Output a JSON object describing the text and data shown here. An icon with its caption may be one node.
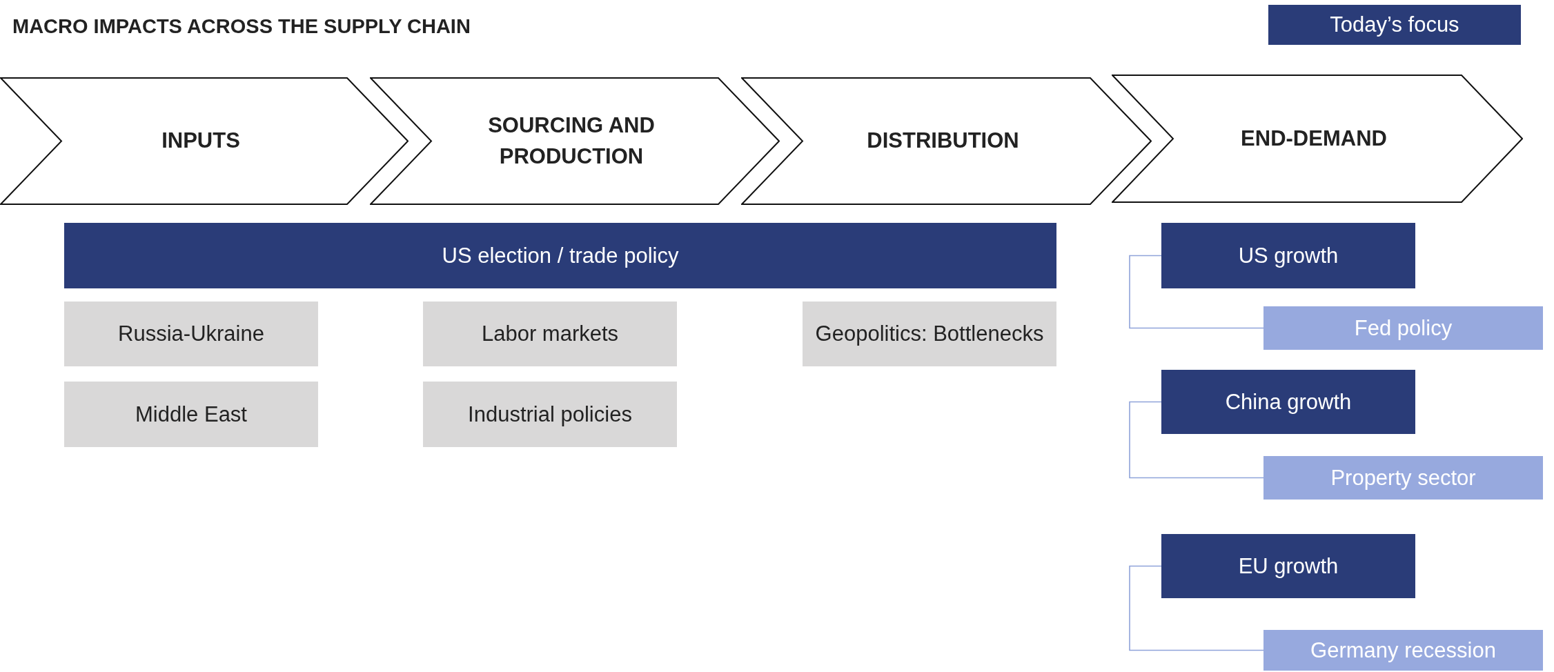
{
  "diagram": {
    "title": "MACRO IMPACTS ACROSS THE SUPPLY CHAIN",
    "nodes": [
      {
        "text": [
          "INPUTS"
        ]
      },
      {
        "text": [
          "SOURCING AND PRODUCTION"
        ]
      },
      {
        "text": [
          "DISTRIBUTION"
        ]
      },
      {
        "text": [
          "END-DEMAND"
        ]
      },
      {
        "text": [
          "US election / trade policy"
        ]
      },
      {
        "text": [
          "Russia-Ukraine"
        ]
      },
      {
        "text": [
          "Middle East"
        ]
      },
      {
        "text": [
          "Labor markets"
        ]
      },
      {
        "text": [
          "Industrial policies"
        ]
      },
      {
        "text": [
          "Geopolitics: Bottlenecks"
        ]
      },
      {
        "text": [
          "US growth"
        ]
      },
      {
        "text": [
          "Fed policy"
        ]
      },
      {
        "text": [
          "China growth"
        ]
      },
      {
        "text": [
          "Property sector"
        ]
      },
      {
        "text": [
          "EU growth"
        ]
      },
      {
        "text": [
          "Germany recession"
        ]
      }
    ],
    "edges": [
      {
        "from": 10,
        "to": 11,
        "arrow": "none"
      },
      {
        "from": 12,
        "to": 13,
        "arrow": "none"
      },
      {
        "from": 14,
        "to": 15,
        "arrow": "none"
      }
    ],
    "legend": [
      {
        "text": "Today’s focus",
        "color": "#2a3c78"
      }
    ]
  }
}
